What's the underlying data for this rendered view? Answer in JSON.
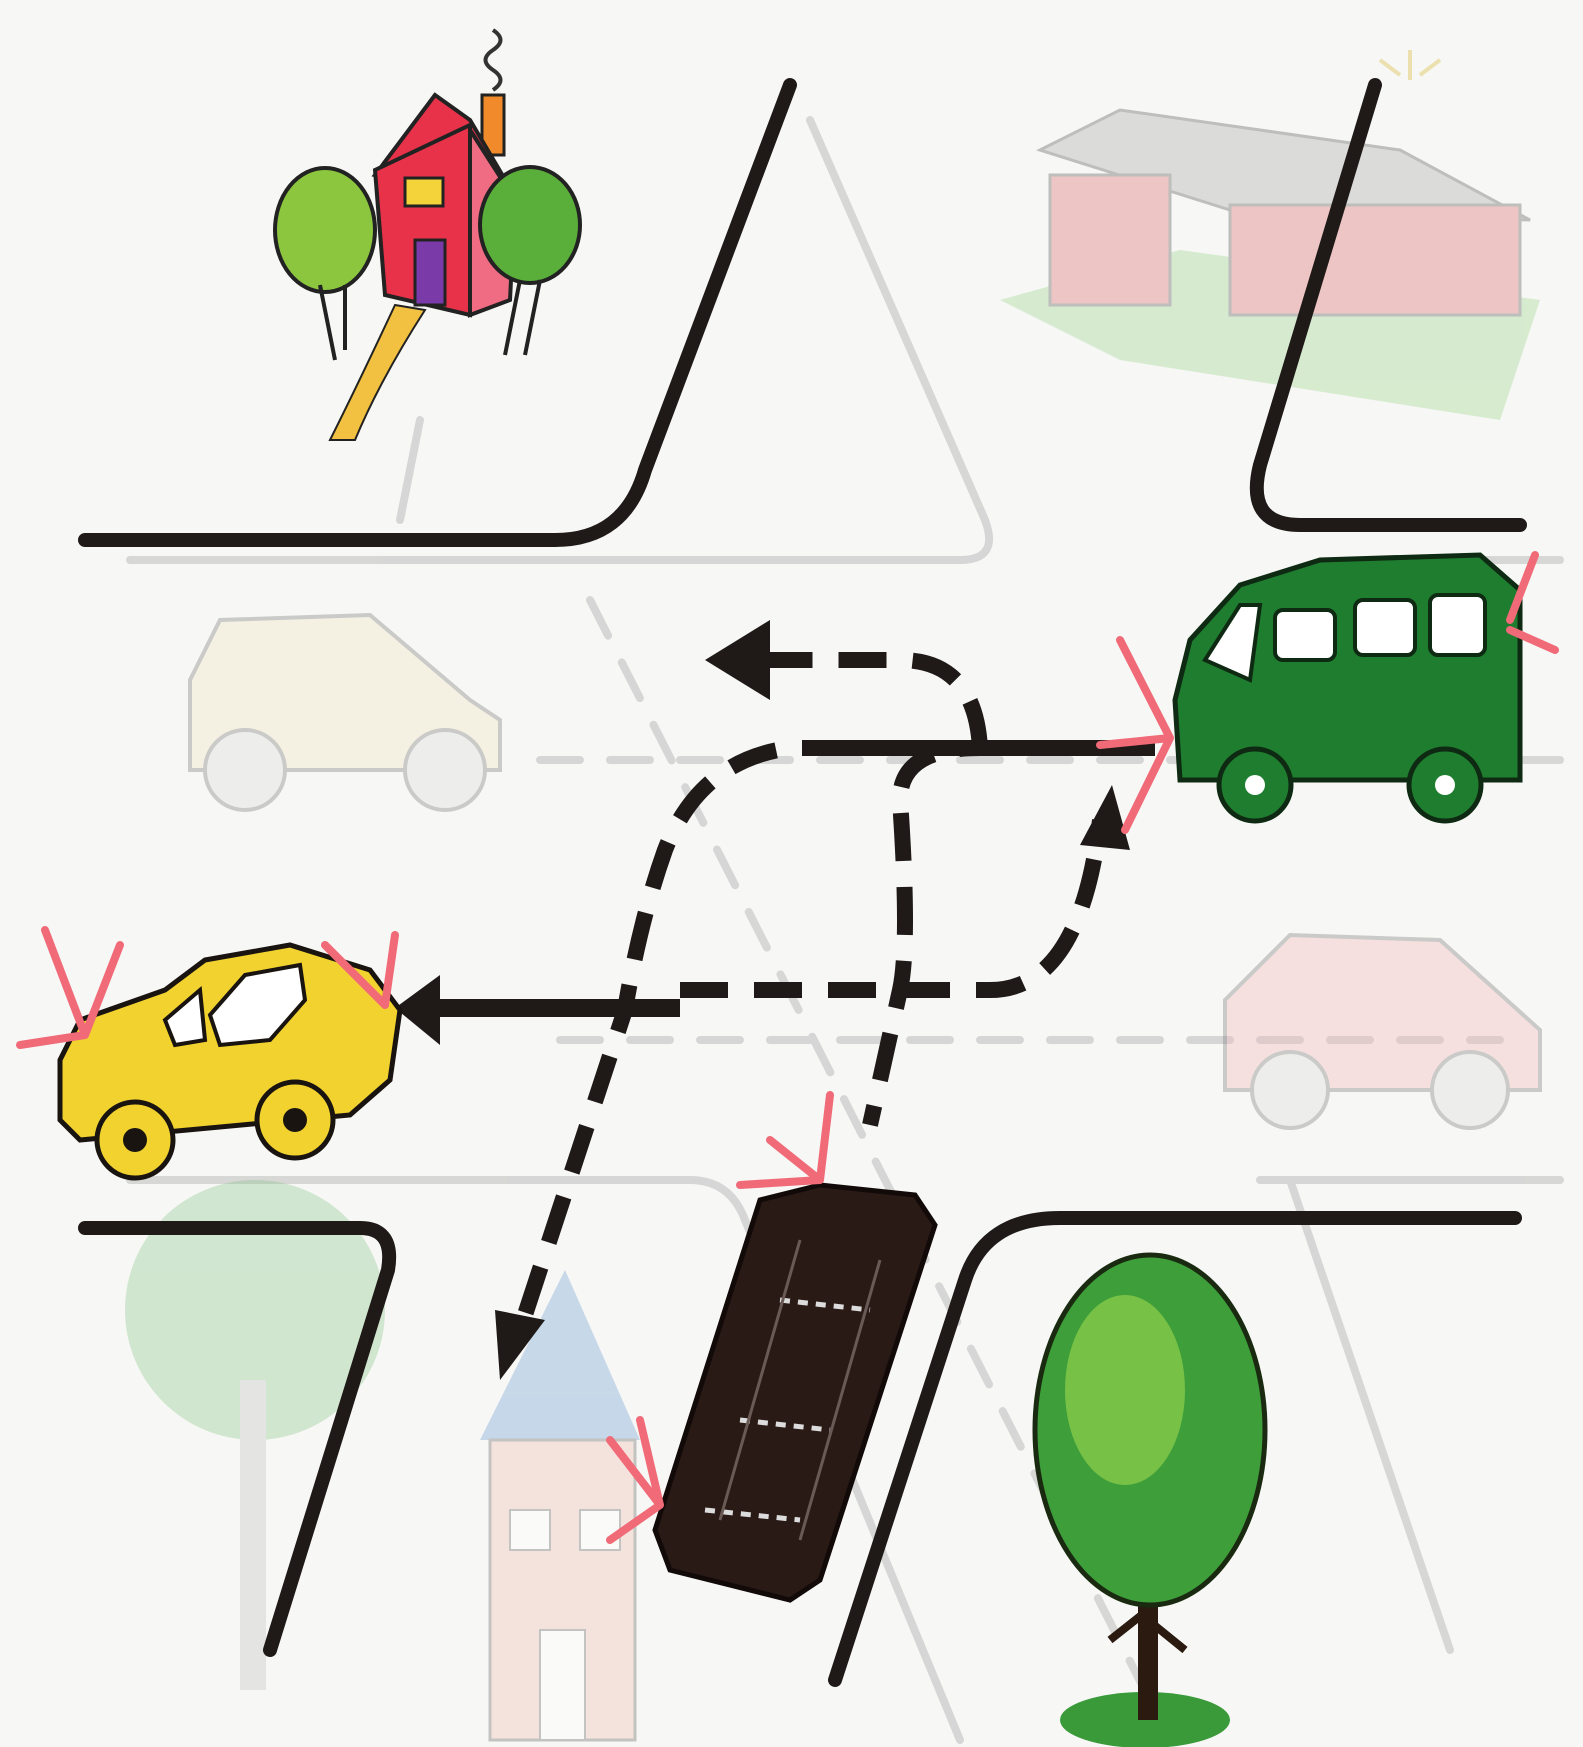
{
  "scene": {
    "background_color": "#f7f7f5",
    "road_edge_color": "#1f1a17",
    "ghost_road_color": "#c9c9c9",
    "path_color": "#1f1a17",
    "signal_color": "#f06a78",
    "vehicles": [
      {
        "id": "green-minibus",
        "color": "#1f7d2f",
        "signals": "left-turn"
      },
      {
        "id": "yellow-car",
        "color": "#f2d22e",
        "signals": "hazard"
      },
      {
        "id": "black-car",
        "color": "#2a1a16",
        "signals": "left-turn"
      }
    ],
    "ghost_vehicles": [
      {
        "id": "ghost-jeep",
        "color": "#f3e6c0"
      },
      {
        "id": "ghost-red-car",
        "color": "#f2b8b8"
      }
    ],
    "trajectories": [
      {
        "id": "minibus-straight",
        "style": "solid"
      },
      {
        "id": "minibus-u-turn",
        "style": "dashed"
      },
      {
        "id": "black-car-straight-and-right",
        "style": "dashed"
      },
      {
        "id": "black-car-left-down",
        "style": "dashed"
      },
      {
        "id": "yellow-car-straight",
        "style": "solid"
      }
    ],
    "decorations": [
      "red-house-with-trees",
      "pale-farmhouse",
      "pale-tree",
      "pale-house",
      "green-tree"
    ]
  }
}
